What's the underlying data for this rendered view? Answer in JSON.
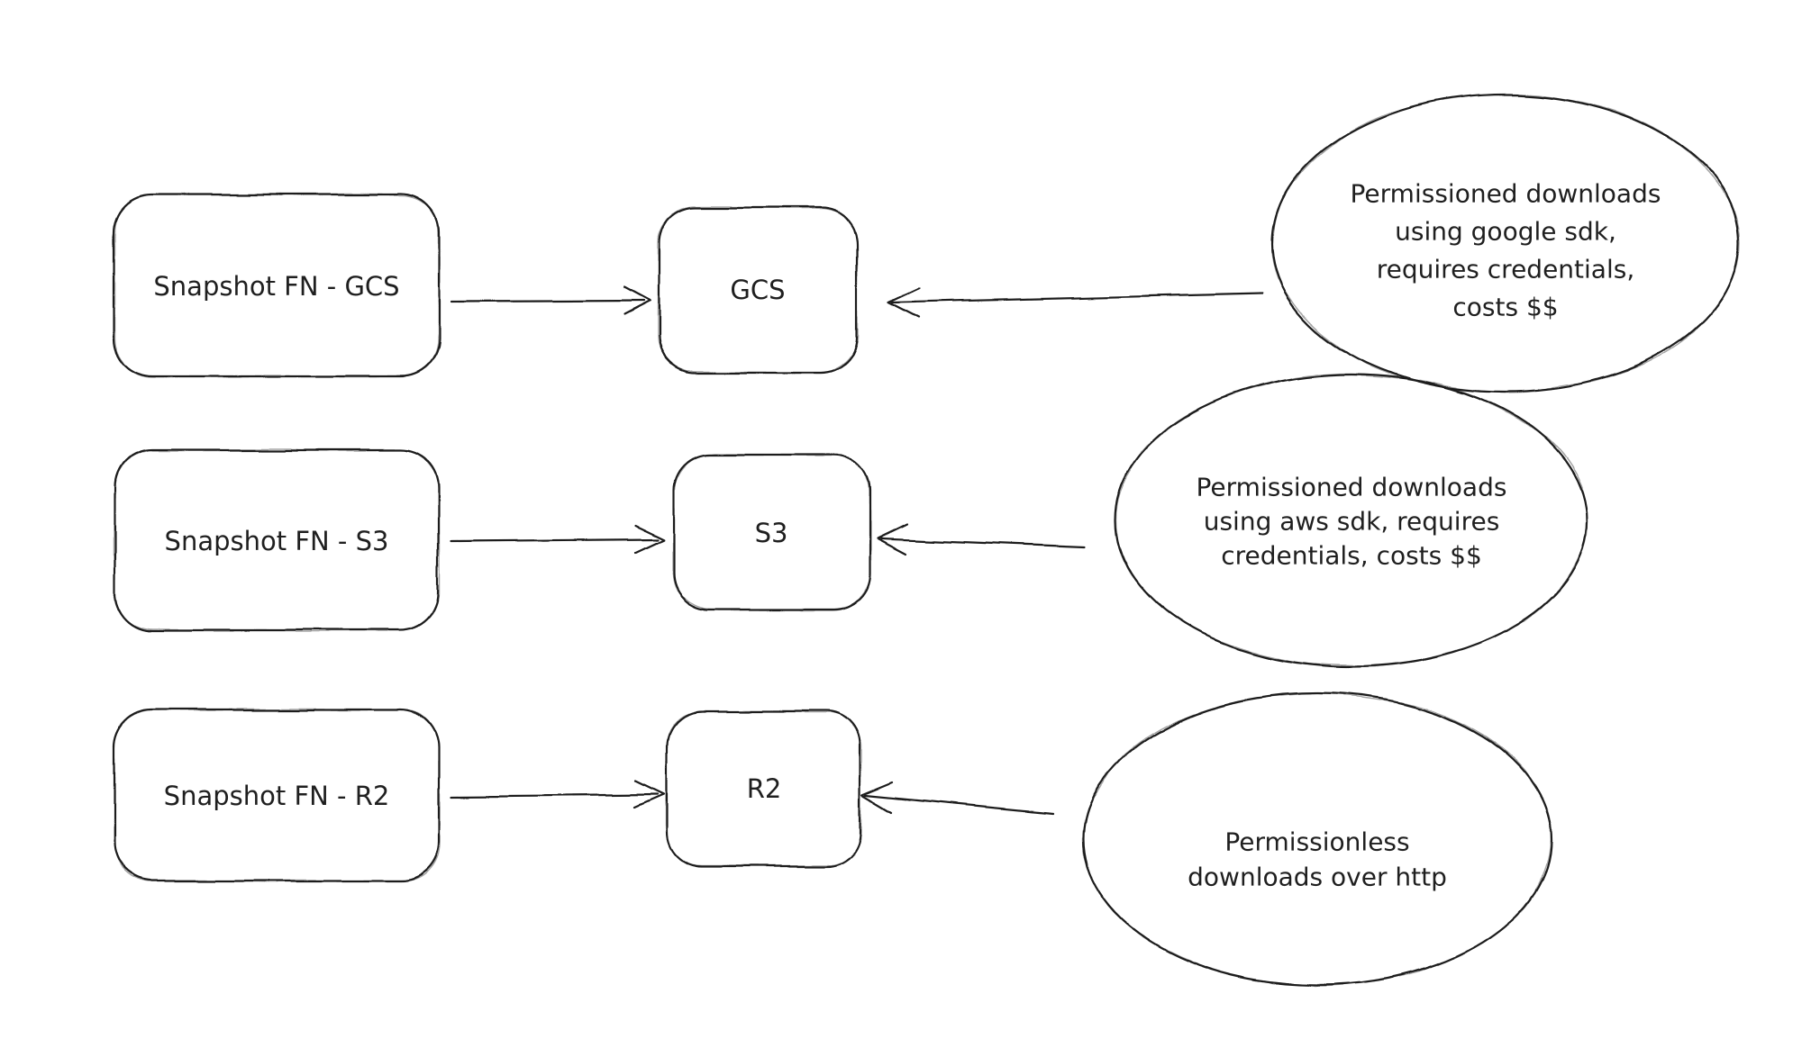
{
  "colors": {
    "background": "#ffffff",
    "ink": "#1f1f1f"
  },
  "diagram": {
    "rows": [
      {
        "source": {
          "label": "Snapshot FN - GCS"
        },
        "target": {
          "label": "GCS"
        },
        "note": {
          "lines": [
            "Permissioned downloads",
            "using google sdk,",
            "requires credentials,",
            "costs $$"
          ]
        }
      },
      {
        "source": {
          "label": "Snapshot FN - S3"
        },
        "target": {
          "label": "S3"
        },
        "note": {
          "lines": [
            "Permissioned downloads",
            "using aws sdk, requires",
            "credentials, costs $$"
          ]
        }
      },
      {
        "source": {
          "label": "Snapshot FN - R2"
        },
        "target": {
          "label": "R2"
        },
        "note": {
          "lines": [
            "Permissionless",
            "downloads over http"
          ]
        }
      }
    ]
  }
}
